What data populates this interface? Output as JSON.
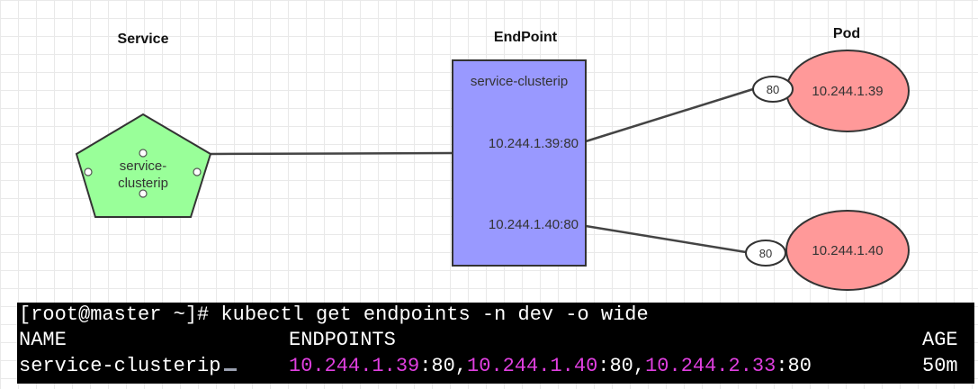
{
  "columns": {
    "service": "Service",
    "endpoint": "EndPoint",
    "pod": "Pod"
  },
  "service_node": {
    "label_line1": "service-",
    "label_line2": "clusterip",
    "fill": "#99ff99"
  },
  "endpoint_box": {
    "title": "service-clusterip",
    "entries": [
      "10.244.1.39:80",
      "10.244.1.40:80"
    ],
    "fill": "#9999ff"
  },
  "pods": [
    {
      "ip": "10.244.1.39",
      "port": "80"
    },
    {
      "ip": "10.244.1.40",
      "port": "80"
    }
  ],
  "pod_fill": "#ff9999",
  "terminal": {
    "command": "[root@master ~]# kubectl get endpoints -n dev -o wide",
    "headers": {
      "name": "NAME",
      "endpoints": "ENDPOINTS",
      "age": "AGE"
    },
    "row": {
      "name": "service-clusterip",
      "ip1": "10.244.1.39",
      "port1": ":80,",
      "ip2": "10.244.1.40",
      "port2": ":80,",
      "ip3": "10.244.2.33",
      "port3": ":80",
      "age": "50m"
    },
    "ip_color": "#e03fe0"
  }
}
